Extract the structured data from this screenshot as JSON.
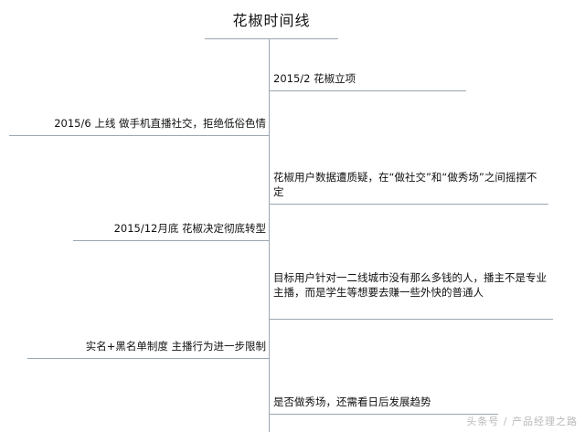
{
  "title": "花椒时间线",
  "watermark": "头条号 / 产品经理之路",
  "nodes": [
    {
      "side": "right",
      "text": "2015/2  花椒立项"
    },
    {
      "side": "left",
      "text": "2015/6  上线 做手机直播社交，拒绝低俗色情"
    },
    {
      "side": "right",
      "text": "花椒用户数据遭质疑，在“做社交”和“做秀场”之间摇摆不定"
    },
    {
      "side": "left",
      "text": "2015/12月底  花椒决定彻底转型"
    },
    {
      "side": "right",
      "text": "目标用户针对一二线城市没有那么多钱的人，播主不是专业主播，而是学生等想要去赚一些外快的普通人"
    },
    {
      "side": "left",
      "text": "实名+黑名单制度  主播行为进一步限制"
    },
    {
      "side": "right",
      "text": "是否做秀场，还需看日后发展趋势"
    }
  ]
}
